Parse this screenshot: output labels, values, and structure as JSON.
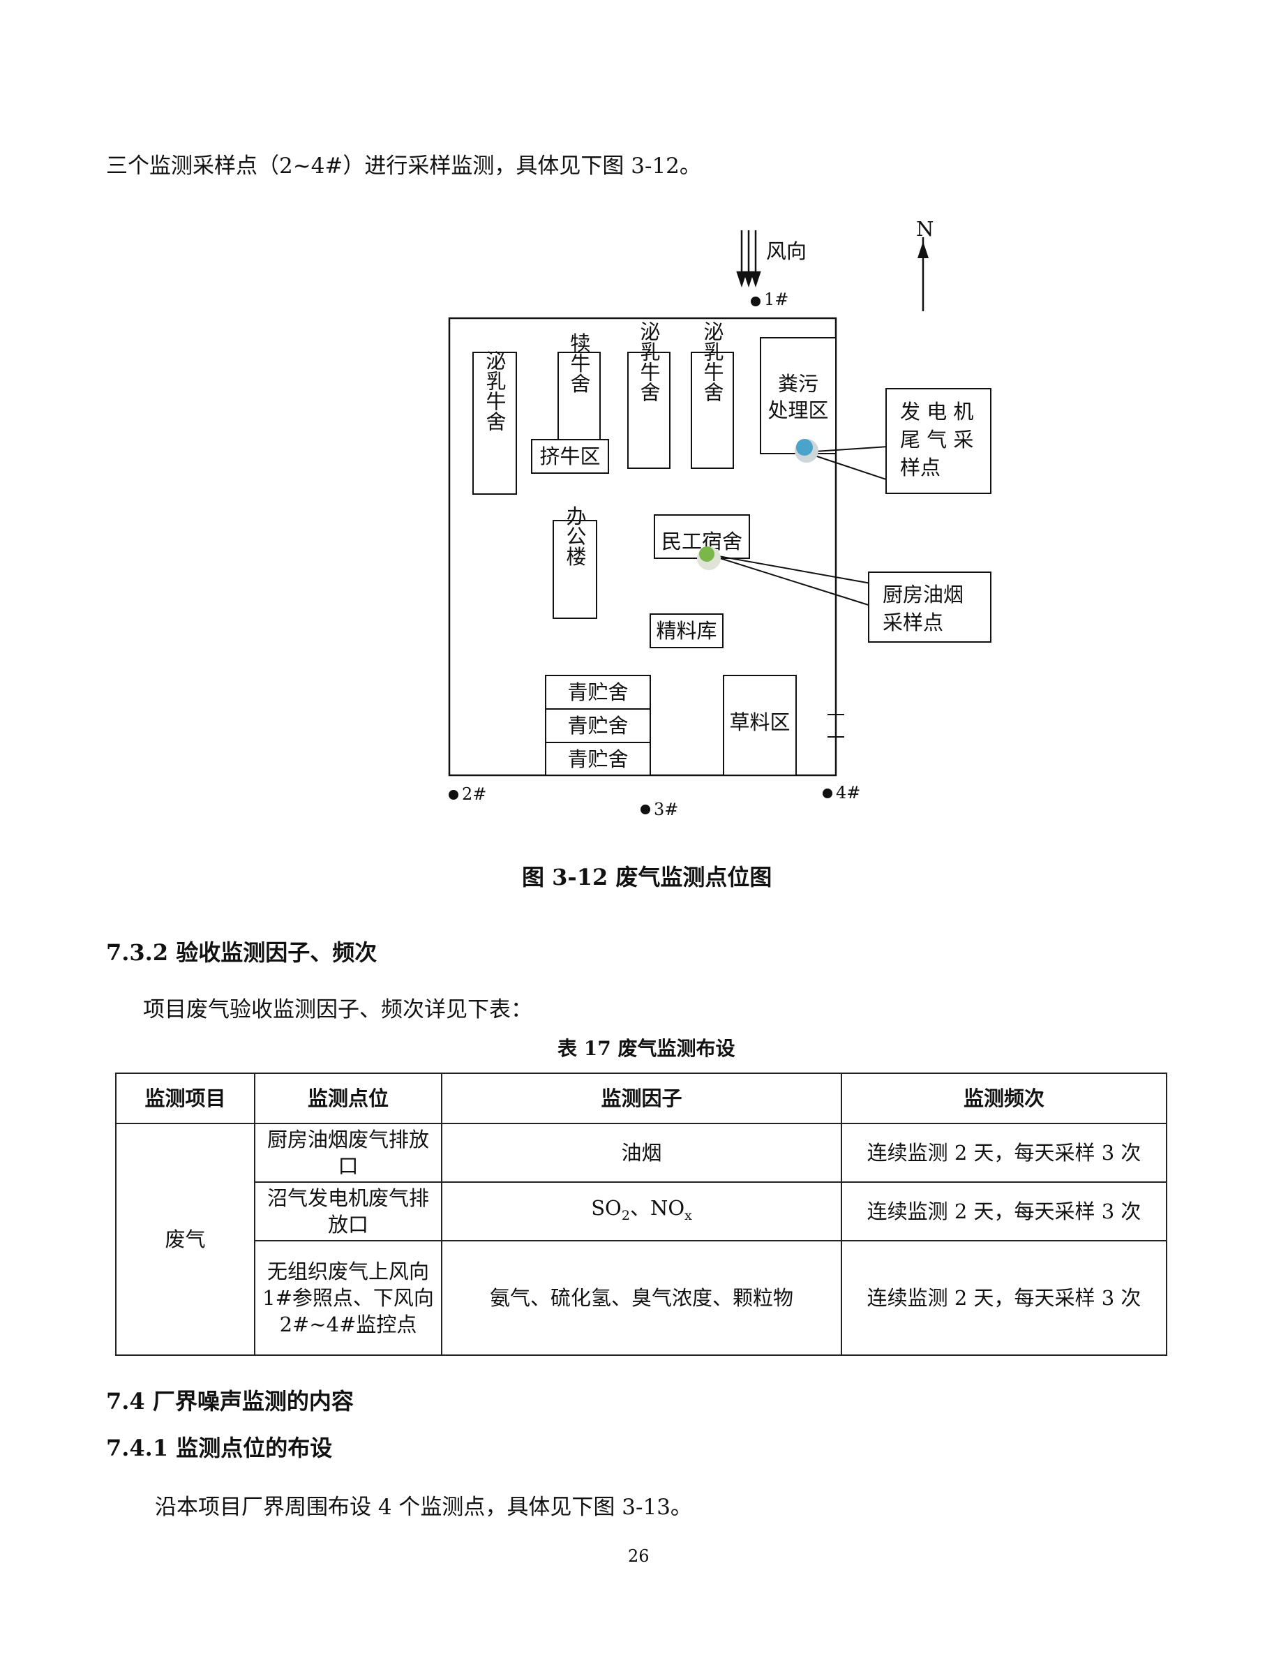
{
  "intro_text": "三个监测采样点（2~4#）进行采样监测，具体见下图 3-12。",
  "diagram": {
    "wind_label": "风向",
    "north_label": "N",
    "points": {
      "p1": "1#",
      "p2": "2#",
      "p3": "3#",
      "p4": "4#"
    },
    "buildings": {
      "b1": "泌乳牛舍",
      "b2": "犊牛舍",
      "b3": "挤牛区",
      "b4": "泌乳牛舍",
      "b5": "泌乳牛舍",
      "b6_line1": "粪污",
      "b6_line2": "处理区",
      "b7": "办公楼",
      "b8": "民工宿舍",
      "b9": "精料库",
      "b10": "青贮舍",
      "b11": "青贮舍",
      "b12": "青贮舍",
      "b13": "草料区"
    },
    "callouts": {
      "generator_line1": "发 电 机",
      "generator_line2": "尾 气 采",
      "generator_line3": "样点",
      "kitchen_line1": "厨房油烟",
      "kitchen_line2": "采样点"
    },
    "dot_colors": {
      "generator": "#4aa3c8",
      "kitchen": "#7ab648"
    }
  },
  "figure_caption": "图 3-12  废气监测点位图",
  "section_732": "7.3.2 验收监测因子、频次",
  "table_intro": "项目废气验收监测因子、频次详见下表：",
  "table_title": "表 17  废气监测布设",
  "table": {
    "headers": [
      "监测项目",
      "监测点位",
      "监测因子",
      "监测频次"
    ],
    "category": "废气",
    "rows": [
      {
        "point": "厨房油烟废气排放口",
        "factor": "油烟",
        "freq": "连续监测 2 天，每天采样 3 次"
      },
      {
        "point": "沼气发电机废气排放口",
        "factor_so": "SO",
        "factor_so_sub": "2",
        "factor_sep": "、NO",
        "factor_no_sub": "x",
        "freq": "连续监测 2 天，每天采样 3 次"
      },
      {
        "point": "无组织废气上风向 1#参照点、下风向 2#~4#监控点",
        "factor": "氨气、硫化氢、臭气浓度、颗粒物",
        "freq": "连续监测 2 天，每天采样 3 次"
      }
    ]
  },
  "section_74": "7.4 厂界噪声监测的内容",
  "section_741": "7.4.1 监测点位的布设",
  "closing_text": "沿本项目厂界周围布设 4 个监测点，具体见下图 3-13。",
  "page_number": "26"
}
